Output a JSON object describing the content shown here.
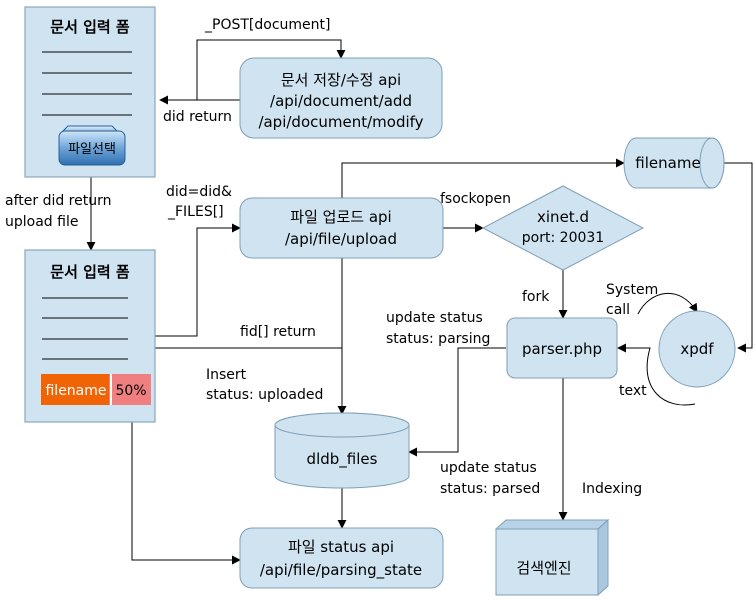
{
  "docs": {
    "top_title": "문서 입력 폼",
    "file_button": "파일선택",
    "bottom_title": "문서 입력 폼",
    "filename_label": "filename",
    "progress": "50%",
    "progress_value": 50
  },
  "nodes": {
    "doc_api": [
      "문서 저장/수정 api",
      "/api/document/add",
      "/api/document/modify"
    ],
    "upload_api": [
      "파일 업로드 api",
      "/api/file/upload"
    ],
    "xinetd": [
      "xinet.d",
      "port: 20031"
    ],
    "filename_store": "filename",
    "parser": "parser.php",
    "xpdf": "xpdf",
    "db": "dldb_files",
    "status_api": [
      "파일 status api",
      "/api/file/parsing_state"
    ],
    "search_engine": "검색엔진"
  },
  "labels": {
    "post_document": "_POST[document]",
    "did_return": "did return",
    "after_did": [
      "after did return",
      "upload file"
    ],
    "did_files": [
      "did=did&",
      "_FILES[]"
    ],
    "fsockopen": "fsockopen",
    "fork": "fork",
    "system_call": [
      "System",
      "call"
    ],
    "text": "text",
    "update_parsing": [
      "update status",
      "status: parsing"
    ],
    "fid_return": "fid[] return",
    "insert_uploaded": [
      "Insert",
      "status: uploaded"
    ],
    "update_parsed": [
      "update status",
      "status: parsed"
    ],
    "indexing": "Indexing"
  }
}
